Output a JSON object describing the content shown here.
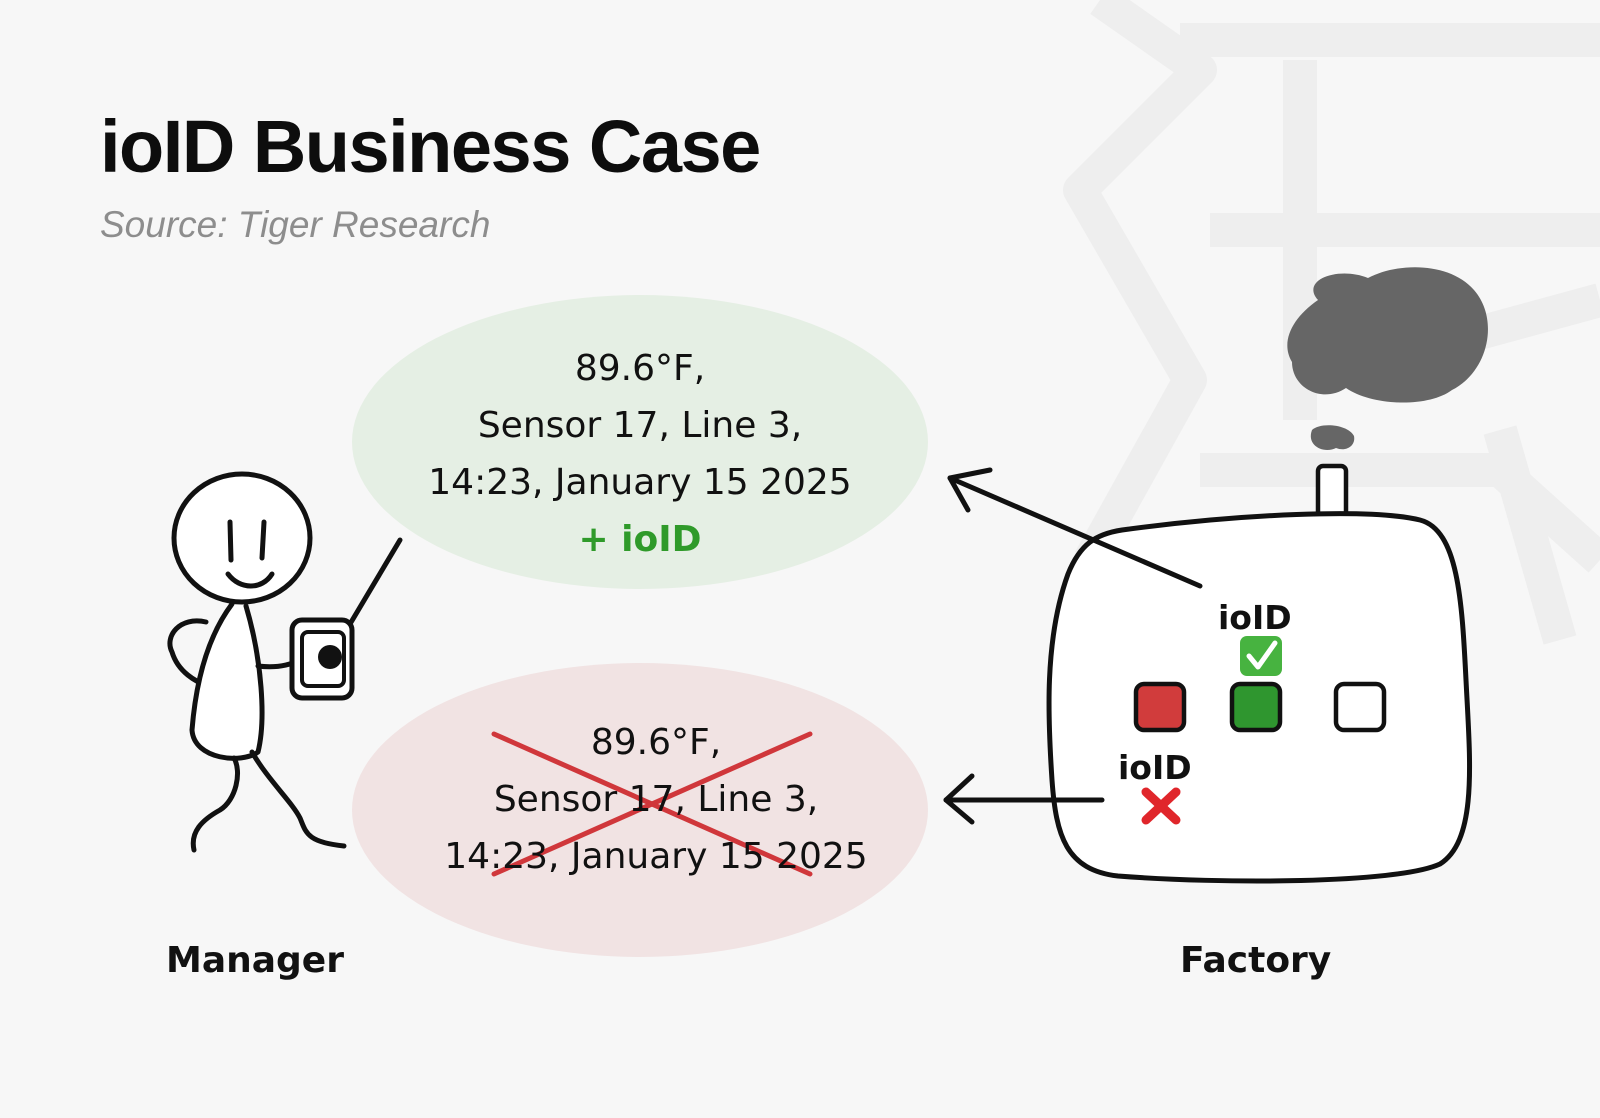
{
  "title": "ioID Business Case",
  "subtitle": "Source: Tiger Research",
  "verified_reading": {
    "lines": [
      "89.6°F,",
      "Sensor 17, Line 3,",
      "14:23, January 15 2025"
    ],
    "tag": "+ ioID"
  },
  "rejected_reading": {
    "lines": [
      "89.6°F,",
      "Sensor 17, Line 3,",
      "14:23, January 15 2025"
    ]
  },
  "factory": {
    "verified_label": "ioID",
    "rejected_label": "ioID"
  },
  "labels": {
    "manager": "Manager",
    "factory": "Factory"
  },
  "colors": {
    "background": "#f7f7f7",
    "verified_bubble": "#e5efe4",
    "rejected_bubble": "#f1e3e3",
    "verified_text": "#2f9a2a",
    "cross_out": "#d0373b",
    "smoke": "#666666"
  },
  "icons": {
    "verified": "check-mark-icon",
    "rejected": "red-x-icon"
  }
}
